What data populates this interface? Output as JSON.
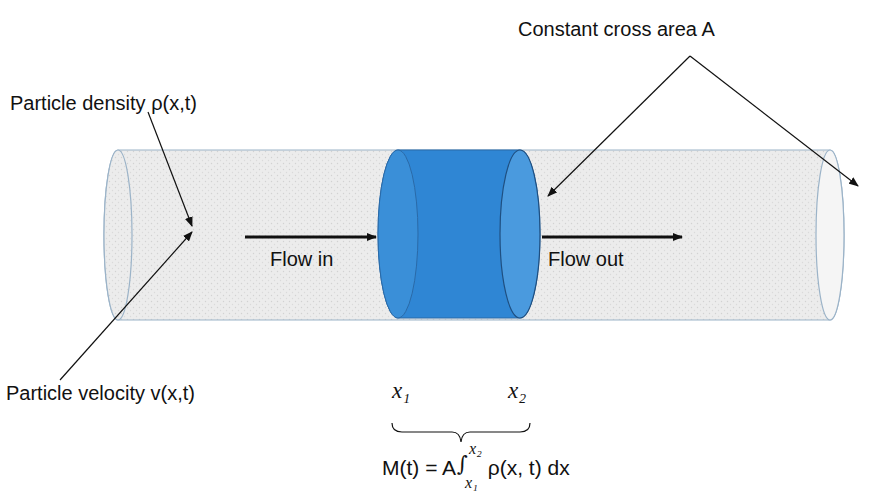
{
  "diagram": {
    "labels": [
      "Constant cross area A",
      "Particle density ρ(x,t)",
      "Flow in",
      "Flow out",
      "Particle velocity v(x,t)",
      "x₁",
      "x₂",
      "M(t) = A",
      "∫",
      "x₂",
      "x₁",
      "ρ(x, t) dx"
    ]
  }
}
